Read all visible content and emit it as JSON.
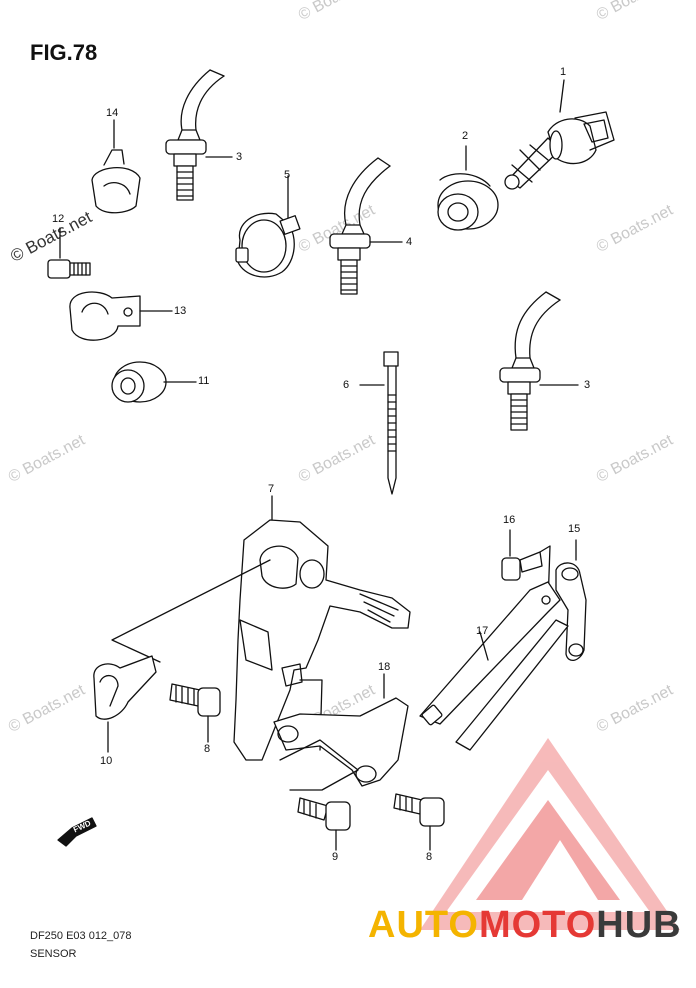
{
  "figure": {
    "title": "FIG.78"
  },
  "footer": {
    "code": "DF250 E03 012_078",
    "section": "SENSOR"
  },
  "orientation_label": "FWD",
  "watermark": {
    "text": "© Boats.net",
    "color": "#c9c9c9"
  },
  "brand": {
    "part1": "AUTO",
    "part2": "MOTO",
    "part3": "HUB",
    "colors": {
      "part1": "#f4b400",
      "part2": "#e53935",
      "part3": "#3a3a3a",
      "triangle": "#f08a8a"
    }
  },
  "callouts": {
    "c1": "1",
    "c2": "2",
    "c3a": "3",
    "c3b": "3",
    "c4": "4",
    "c5": "5",
    "c6": "6",
    "c7": "7",
    "c8a": "8",
    "c8b": "8",
    "c9": "9",
    "c10": "10",
    "c11": "11",
    "c12": "12",
    "c13": "13",
    "c14": "14",
    "c15": "15",
    "c16": "16",
    "c17": "17",
    "c18": "18"
  }
}
